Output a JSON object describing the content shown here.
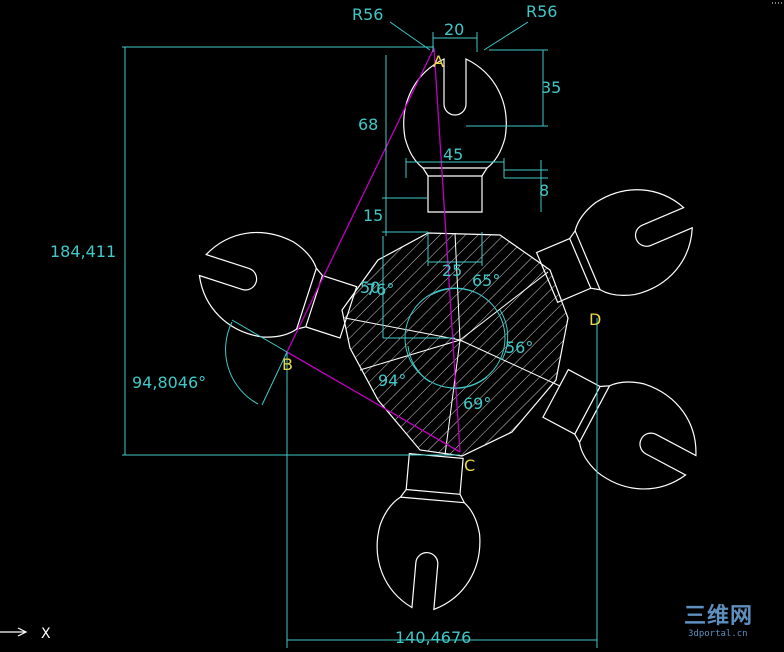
{
  "colors": {
    "background": "#000000",
    "geometry": "#ffffff",
    "dimension": "#40c8c8",
    "construction": "#c000c0",
    "point_label": "#e8d84a"
  },
  "dimensions": {
    "radius_left": "R56",
    "radius_right": "R56",
    "jaw_width": "20",
    "slot_depth": "35",
    "side_length": "68",
    "neck_width": "45",
    "neck_height": "8",
    "shank_height": "15",
    "overall_height": "184,411",
    "center_width": "25",
    "offset_50": "50",
    "overall_width": "140,4676",
    "angle_b": "94,8046°",
    "angle_76": "76°",
    "angle_65": "65°",
    "angle_56": "56°",
    "angle_94": "94°",
    "angle_69": "69°"
  },
  "points": {
    "a": "A",
    "b": "B",
    "c": "C",
    "d": "D"
  },
  "ucs": {
    "axis_label": "X"
  },
  "watermark": {
    "brand": "三维网",
    "url": "3dportal.cn"
  }
}
